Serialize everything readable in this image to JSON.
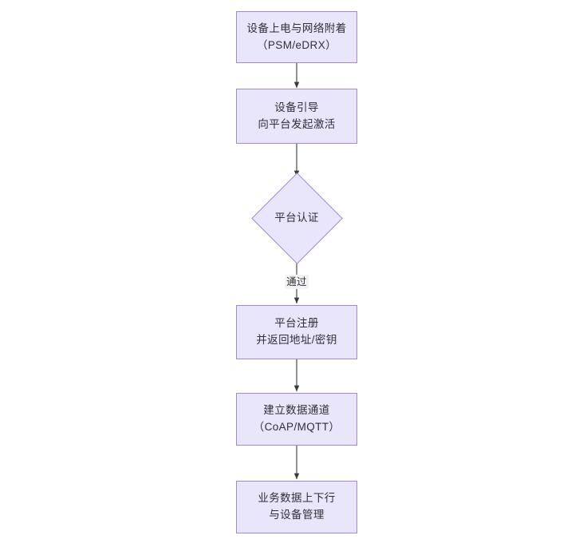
{
  "diagram": {
    "type": "flowchart",
    "orientation": "top-to-bottom",
    "background_color": "#ffffff",
    "node_fill_color": "#e9e5fa",
    "node_border_color": "#a487d8",
    "edge_color": "#3a3a3a",
    "text_color": "#30303a",
    "nodes": [
      {
        "id": "n1",
        "shape": "rectangle",
        "lines": [
          "设备上电与网络附着",
          "（PSM/eDRX）"
        ]
      },
      {
        "id": "n2",
        "shape": "rectangle",
        "lines": [
          "设备引导",
          "向平台发起激活"
        ]
      },
      {
        "id": "n3",
        "shape": "diamond",
        "lines": [
          "平台认证"
        ]
      },
      {
        "id": "n4",
        "shape": "rectangle",
        "lines": [
          "平台注册",
          "并返回地址/密钥"
        ]
      },
      {
        "id": "n5",
        "shape": "rectangle",
        "lines": [
          "建立数据通道",
          "（CoAP/MQTT）"
        ]
      },
      {
        "id": "n6",
        "shape": "rectangle",
        "lines": [
          "业务数据上下行",
          "与设备管理"
        ]
      }
    ],
    "edges": [
      {
        "from": "n1",
        "to": "n2",
        "label": ""
      },
      {
        "from": "n2",
        "to": "n3",
        "label": ""
      },
      {
        "from": "n3",
        "to": "n4",
        "label": "通过"
      },
      {
        "from": "n4",
        "to": "n5",
        "label": ""
      },
      {
        "from": "n5",
        "to": "n6",
        "label": ""
      }
    ]
  }
}
